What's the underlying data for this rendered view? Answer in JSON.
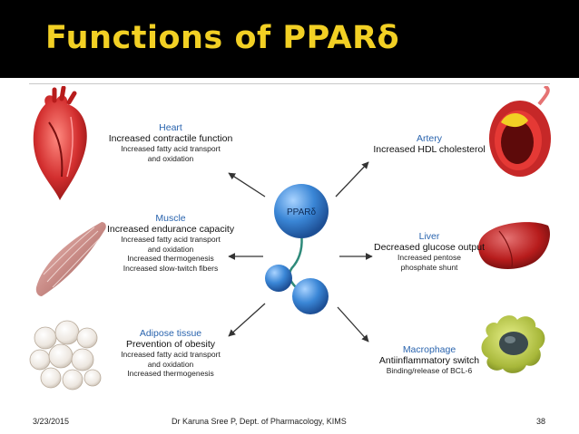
{
  "slide": {
    "title": "Functions of PPARδ",
    "footer_date": "3/23/2015",
    "footer_author": "Dr Karuna Sree P, Dept. of Pharmacology, KIMS",
    "page_number": "38"
  },
  "diagram": {
    "center_label": "PPARδ",
    "left": [
      {
        "head": "Heart",
        "main": "Increased contractile function",
        "sub": [
          "Increased fatty acid transport",
          "and oxidation"
        ]
      },
      {
        "head": "Muscle",
        "main": "Increased endurance capacity",
        "sub": [
          "Increased fatty acid transport",
          "and oxidation",
          "Increased thermogenesis",
          "Increased slow-twitch fibers"
        ]
      },
      {
        "head": "Adipose tissue",
        "main": "Prevention of obesity",
        "sub": [
          "Increased fatty acid transport",
          "and oxidation",
          "Increased thermogenesis"
        ]
      }
    ],
    "right": [
      {
        "head": "Artery",
        "main": "Increased HDL cholesterol",
        "sub": []
      },
      {
        "head": "Liver",
        "main": "Decreased glucose output",
        "sub": [
          "Increased pentose",
          "phosphate shunt"
        ]
      },
      {
        "head": "Macrophage",
        "main": "Antiinflammatory switch",
        "sub": [
          "Binding/release of BCL-6"
        ]
      }
    ]
  },
  "colors": {
    "title": "#f2d024",
    "heading": "#2a64ae",
    "protein": "#3a86d6"
  }
}
